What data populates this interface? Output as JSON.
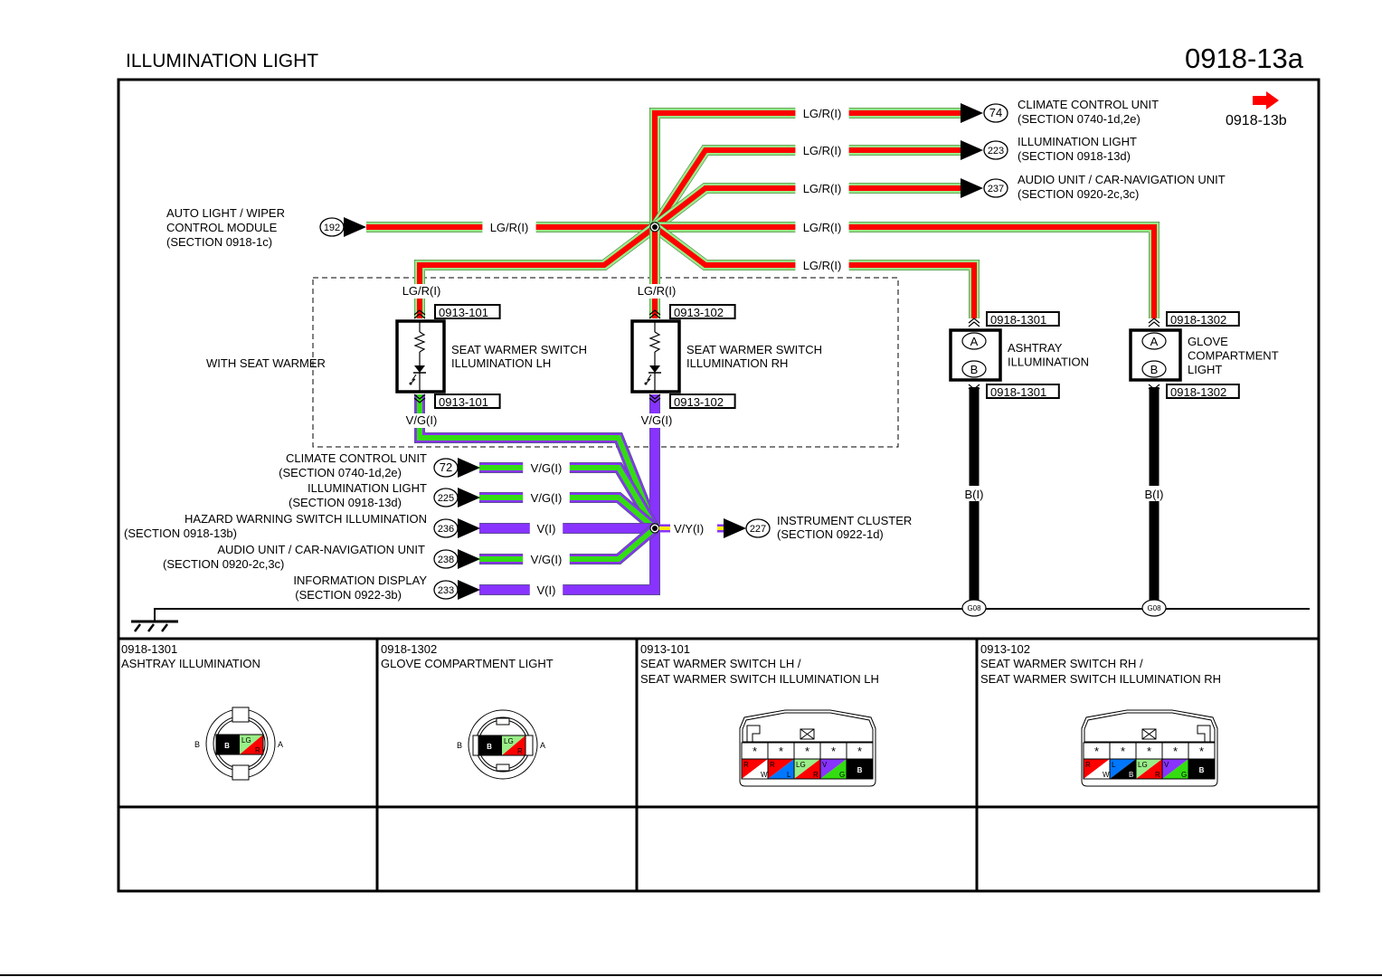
{
  "header": {
    "title": "ILLUMINATION LIGHT",
    "page_number": "0918-13a"
  },
  "next_page": {
    "label": "0918-13b",
    "icon": "red-arrow-right-icon"
  },
  "colors": {
    "red": "#ff0000",
    "light_green": "#99ee88",
    "green": "#33dd11",
    "violet": "#8833ff",
    "yellow": "#ffee00",
    "black": "#000000",
    "blue": "#0077ff"
  },
  "source": {
    "label_lines": [
      "AUTO LIGHT / WIPER",
      "CONTROL MODULE",
      "(SECTION 0918-1c)"
    ],
    "connector_no": "192",
    "wire": "LG/R(I)"
  },
  "lgr_outputs": [
    {
      "connector_no": "74",
      "wire": "LG/R(I)",
      "line1": "CLIMATE CONTROL UNIT",
      "line2": "(SECTION 0740-1d,2e)"
    },
    {
      "connector_no": "223",
      "wire": "LG/R(I)",
      "line1": "ILLUMINATION LIGHT",
      "line2": "(SECTION 0918-13d)"
    },
    {
      "connector_no": "237",
      "wire": "LG/R(I)",
      "line1": "AUDIO UNIT / CAR-NAVIGATION UNIT",
      "line2": "(SECTION 0920-2c,3c)"
    }
  ],
  "lgr_branch_wires": [
    "LG/R(I)",
    "LG/R(I)"
  ],
  "seat_warmer_group": {
    "label": "WITH SEAT WARMER",
    "switches": [
      {
        "top_wire": "LG/R(I)",
        "connector": "0913-101",
        "line1": "SEAT WARMER SWITCH",
        "line2": "ILLUMINATION LH",
        "bottom_wire": "V/G(I)"
      },
      {
        "top_wire": "LG/R(I)",
        "connector": "0913-102",
        "line1": "SEAT WARMER SWITCH",
        "line2": "ILLUMINATION RH",
        "bottom_wire": "V/G(I)"
      }
    ]
  },
  "lamps": [
    {
      "connector": "0918-1301",
      "pin_a": "A",
      "pin_b": "B",
      "lines": [
        "ASHTRAY",
        "ILLUMINATION"
      ],
      "ground_wire": "B(I)",
      "ground": "G08"
    },
    {
      "connector": "0918-1302",
      "pin_a": "A",
      "pin_b": "B",
      "lines": [
        "GLOVE",
        "COMPARTMENT",
        "LIGHT"
      ],
      "ground_wire": "B(I)",
      "ground": "G08"
    }
  ],
  "vg_inputs": [
    {
      "connector_no": "72",
      "wire": "V/G(I)",
      "line1": "CLIMATE CONTROL UNIT",
      "line2": "(SECTION 0740-1d,2e)"
    },
    {
      "connector_no": "225",
      "wire": "V/G(I)",
      "line1": "ILLUMINATION LIGHT",
      "line2": "(SECTION 0918-13d)"
    },
    {
      "connector_no": "236",
      "wire": "V(I)",
      "line1": "HAZARD WARNING SWITCH ILLUMINATION",
      "line2": "(SECTION 0918-13b)"
    },
    {
      "connector_no": "238",
      "wire": "V/G(I)",
      "line1": "AUDIO UNIT / CAR-NAVIGATION UNIT",
      "line2": "(SECTION 0920-2c,3c)"
    },
    {
      "connector_no": "233",
      "wire": "V(I)",
      "line1": "INFORMATION DISPLAY",
      "line2": "(SECTION 0922-3b)"
    }
  ],
  "vy_output": {
    "wire": "V/Y(I)",
    "connector_no": "227",
    "line1": "INSTRUMENT CLUSTER",
    "line2": "(SECTION 0922-1d)"
  },
  "connector_table": [
    {
      "id": "0918-1301",
      "name_lines": [
        "ASHTRAY ILLUMINATION"
      ],
      "left_pin": "B",
      "right_pin": "A",
      "cavity_left": "B",
      "cavity_right_top": "LG",
      "cavity_right_bottom": "R"
    },
    {
      "id": "0918-1302",
      "name_lines": [
        "GLOVE COMPARTMENT LIGHT"
      ],
      "left_pin": "B",
      "right_pin": "A",
      "cavity_left": "B",
      "cavity_right_top": "LG",
      "cavity_right_bottom": "R"
    },
    {
      "id": "0913-101",
      "name_lines": [
        "SEAT WARMER SWITCH LH /",
        "SEAT WARMER SWITCH ILLUMINATION LH"
      ],
      "top_row": [
        "*",
        "*",
        "*",
        "*",
        "*"
      ],
      "bottom_row": [
        {
          "a": "R",
          "b": "W"
        },
        {
          "a": "R",
          "b": "L"
        },
        {
          "a": "LG",
          "b": "R"
        },
        {
          "a": "V",
          "b": "G"
        },
        {
          "a": "B",
          "b": ""
        }
      ]
    },
    {
      "id": "0913-102",
      "name_lines": [
        "SEAT WARMER SWITCH RH /",
        "SEAT WARMER SWITCH ILLUMINATION RH"
      ],
      "top_row": [
        "*",
        "*",
        "*",
        "*",
        "*"
      ],
      "bottom_row": [
        {
          "a": "R",
          "b": "W"
        },
        {
          "a": "L",
          "b": "B"
        },
        {
          "a": "LG",
          "b": "R"
        },
        {
          "a": "V",
          "b": "G"
        },
        {
          "a": "B",
          "b": ""
        }
      ]
    }
  ]
}
